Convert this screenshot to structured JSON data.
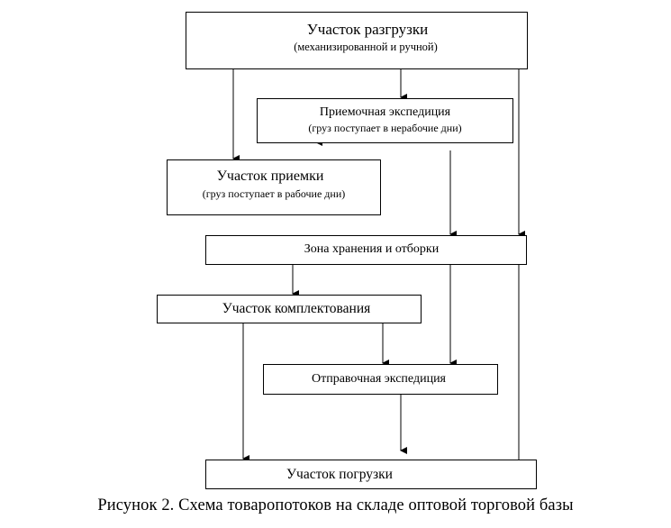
{
  "nodes": {
    "unloading": {
      "title": "Участок разгрузки",
      "subtitle": "(механизированной и ручной)"
    },
    "reception_expedition": {
      "title": "Приемочная экспедиция",
      "subtitle": "(груз поступает в нерабочие дни)"
    },
    "acceptance": {
      "title": "Участок приемки",
      "subtitle": "(груз поступает в рабочие дни)"
    },
    "storage": {
      "title": "Зона хранения и отборки"
    },
    "picking": {
      "title": "Участок комплектования"
    },
    "dispatch_expedition": {
      "title": "Отправочная экспедиция"
    },
    "loading": {
      "title": "Участок погрузки"
    }
  },
  "edges": [
    {
      "from": "unloading",
      "to": "acceptance"
    },
    {
      "from": "unloading",
      "to": "reception_expedition"
    },
    {
      "from": "unloading",
      "to": "storage"
    },
    {
      "from": "reception_expedition",
      "to": "acceptance"
    },
    {
      "from": "reception_expedition",
      "to": "storage"
    },
    {
      "from": "storage",
      "to": "picking"
    },
    {
      "from": "storage",
      "to": "dispatch_expedition"
    },
    {
      "from": "storage",
      "to": "loading"
    },
    {
      "from": "picking",
      "to": "dispatch_expedition"
    },
    {
      "from": "picking",
      "to": "loading"
    },
    {
      "from": "dispatch_expedition",
      "to": "loading"
    }
  ],
  "caption": "Рисунок 2. Схема товаропотоков на складе оптовой торговой базы",
  "colors": {
    "line": "#000000",
    "background": "#ffffff"
  }
}
